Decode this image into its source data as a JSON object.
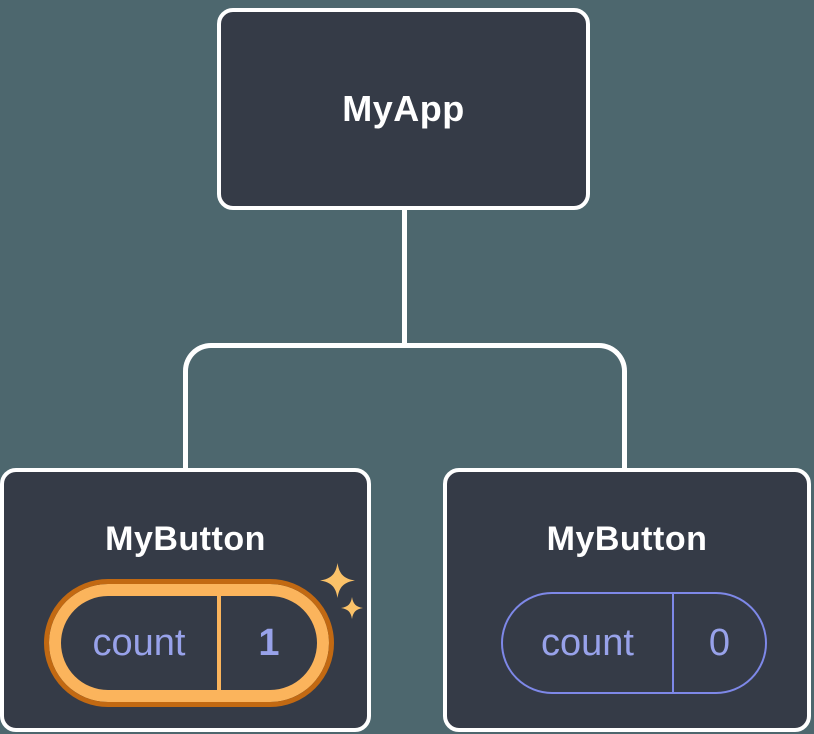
{
  "diagram": {
    "root": {
      "label": "MyApp"
    },
    "children": [
      {
        "label": "MyButton",
        "state": {
          "key": "count",
          "value": "1",
          "highlighted": true
        }
      },
      {
        "label": "MyButton",
        "state": {
          "key": "count",
          "value": "0",
          "highlighted": false
        }
      }
    ],
    "icons": [
      "sparkle-large-icon",
      "sparkle-small-icon"
    ]
  },
  "colors": {
    "background": "#4d676e",
    "node_fill": "#353b47",
    "node_border": "#ffffff",
    "connector": "#ffffff",
    "state_text": "#98a2ea",
    "state_border": "#7e88e8",
    "highlight_outer": "#c26912",
    "highlight_inner": "#fbb45c",
    "sparkle": "#fbc269"
  }
}
